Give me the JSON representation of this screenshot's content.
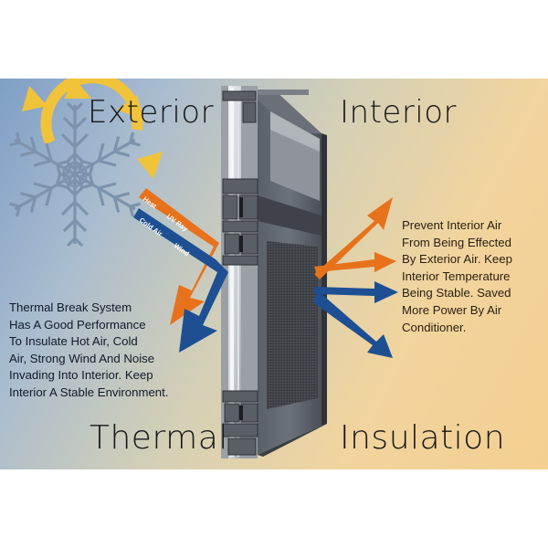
{
  "titles": {
    "exterior": "Exterior",
    "interior": "Interior",
    "thermal": "Thermal",
    "insulation": "Insulation"
  },
  "arrow_labels": {
    "heat": "Heat",
    "uv_ray": "UV Ray",
    "cold_air": "Cold Air",
    "wind": "Wind"
  },
  "paragraphs": {
    "left": "Thermal Break System\nHas A Good Performance\nTo Insulate Hot Air, Cold\nAir, Strong Wind And Noise\nInvading Into Interior. Keep\nInterior A Stable Environment.",
    "right": "Prevent Interior Air\nFrom Being Effected\nBy Exterior Air. Keep\nInterior Temperature\nBeing Stable. Saved\nMore Power By Air\nConditioner."
  },
  "colors": {
    "warm_arrow": "#e8721c",
    "cold_arrow": "#1d4f92",
    "sun": "#f0c33b",
    "snowflake": "#7d93ad",
    "frame": "#4a4f56"
  },
  "icons": [
    "sun-icon",
    "snowflake-icon"
  ]
}
